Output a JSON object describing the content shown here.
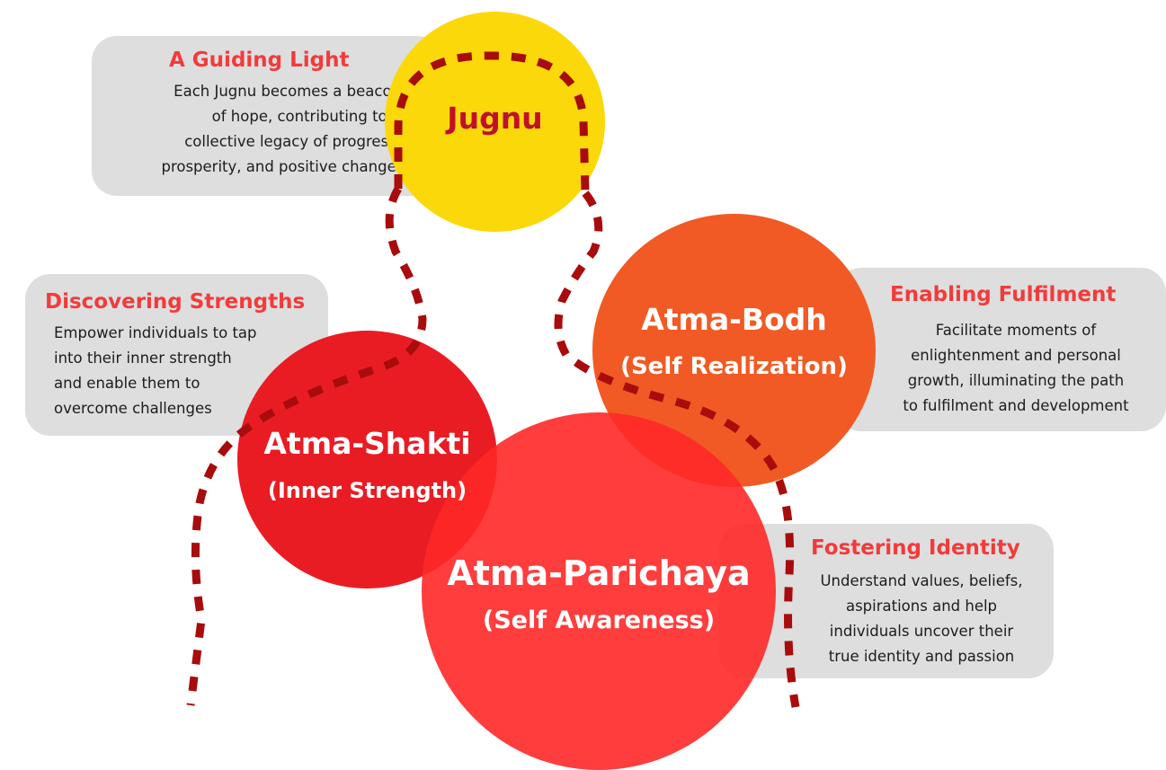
{
  "cards": {
    "guiding_light": {
      "title": "A Guiding Light",
      "text": "Each Jugnu becomes a beacon\nof hope, contributing to a\ncollective legacy of progress,\nprosperity, and positive change."
    },
    "discovering_strengths": {
      "title": "Discovering Strengths",
      "text": "Empower individuals to tap\ninto their inner strength\nand enable them to\novercome challenges"
    },
    "enabling_fulfilment": {
      "title": "Enabling Fulfilment",
      "text": "Facilitate moments of\nenlightenment and personal\ngrowth, illuminating the path\nto fulfilment and development"
    },
    "fostering_identity": {
      "title": "Fostering Identity",
      "text": "Understand values, beliefs,\naspirations and help\nindividuals uncover their\ntrue identity and passion"
    }
  },
  "circles": {
    "jugnu": {
      "title": "Jugnu",
      "color": "#fbd80a"
    },
    "atma_bodh": {
      "title": "Atma-Bodh",
      "subtitle": "(Self Realization)",
      "color": "#f15a24"
    },
    "atma_shakti": {
      "title": "Atma-Shakti",
      "subtitle": "(Inner Strength)",
      "color": "#e91c24"
    },
    "atma_parichaya": {
      "title": "Atma-Parichaya",
      "subtitle": "(Self Awareness)",
      "color": "#ff3a3a"
    }
  },
  "colors": {
    "card_bg": "#dedede",
    "card_title": "#f23b3b",
    "dotted_path": "#a80c0c"
  }
}
